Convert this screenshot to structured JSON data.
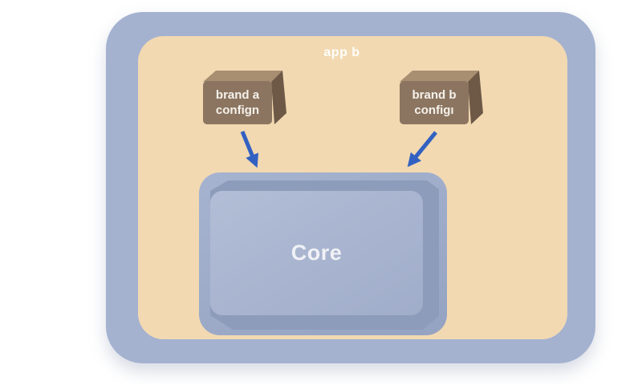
{
  "diagram": {
    "app_label": "app b",
    "nodes": {
      "brand_a": {
        "line1": "brand a",
        "line2": "confign"
      },
      "brand_b": {
        "line1": "brand b",
        "line2": "configı"
      },
      "core": {
        "label": "Core"
      }
    },
    "edges": [
      {
        "from": "brand_a",
        "to": "core"
      },
      {
        "from": "brand_b",
        "to": "core"
      }
    ],
    "colors": {
      "frame_blue": "#a4b2d0",
      "panel_tan": "#f2d9b2",
      "brown_face": "#8c7560",
      "brown_top": "#a88f72",
      "brown_side": "#6e5947",
      "core_container": "#9caac8",
      "core_face": "#aab6d1",
      "core_extrusion": "#8e9cbb",
      "arrow_blue": "#3261c2",
      "text_white": "#f5f2ec"
    }
  }
}
